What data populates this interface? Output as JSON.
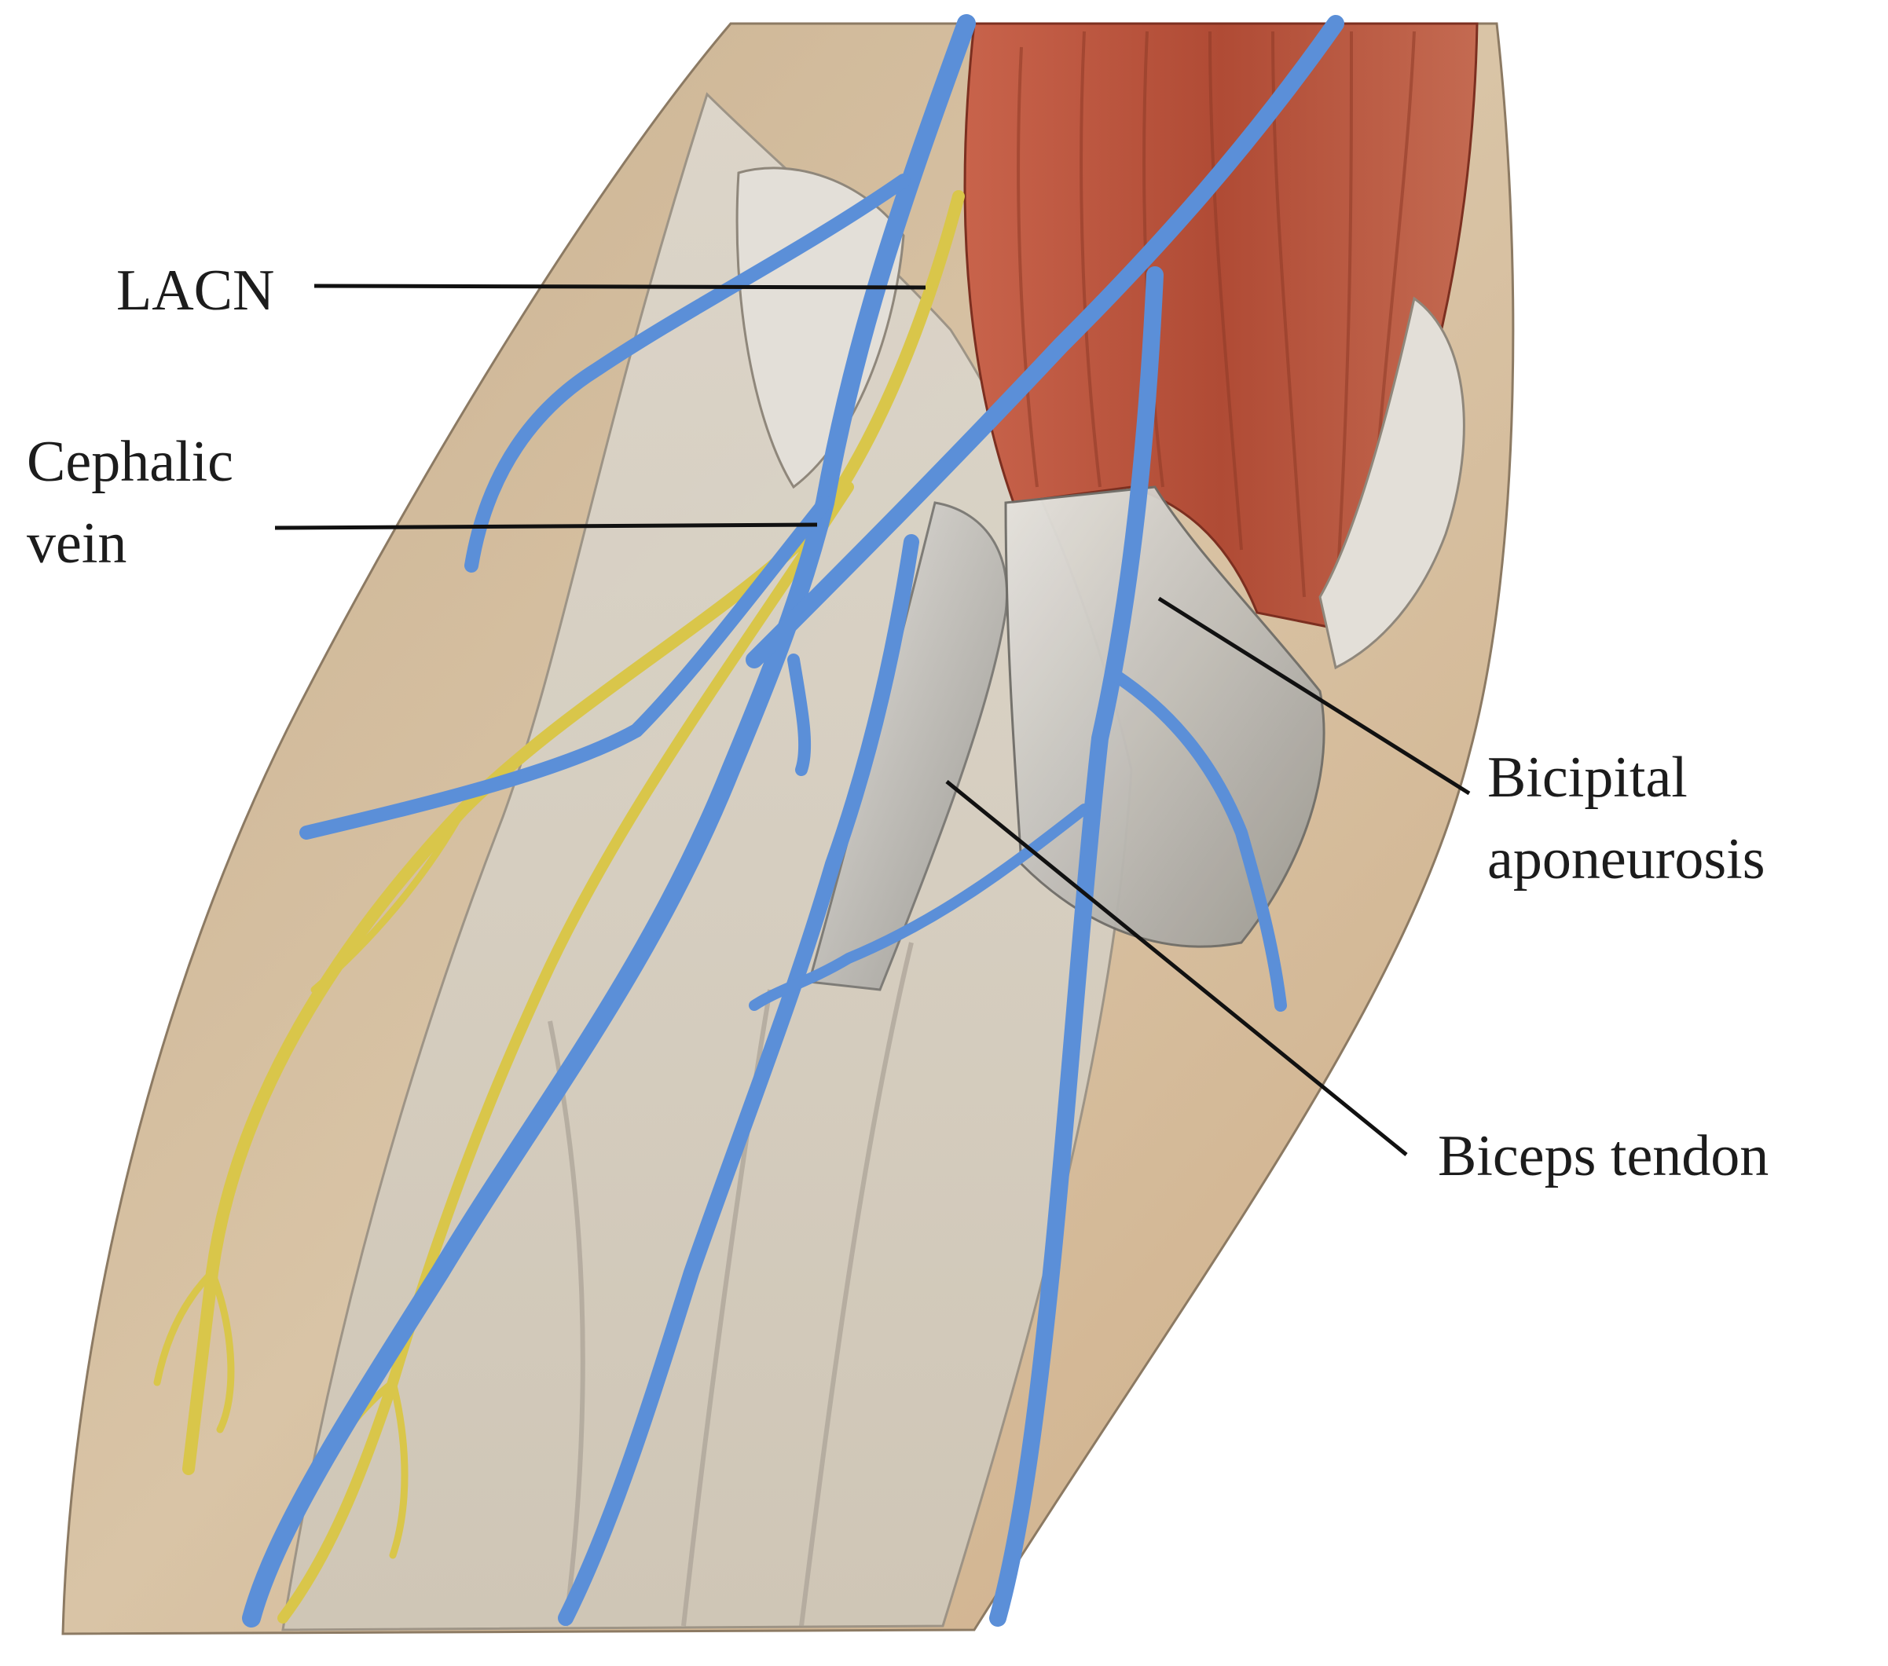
{
  "figure": {
    "labels": {
      "lacn": "LACN",
      "cephalic_vein": "Cephalic\nvein",
      "bicipital_aponeurosis": "Bicipital\naponeurosis",
      "biceps_tendon": "Biceps tendon"
    },
    "colors": {
      "background": "#ffffff",
      "skin": "#d6c0a3",
      "fascia": "#d8d2c8",
      "muscle": "#b8553e",
      "vein": "#5b8fd8",
      "nerve": "#d9c64a",
      "leader_line": "#111111"
    }
  }
}
